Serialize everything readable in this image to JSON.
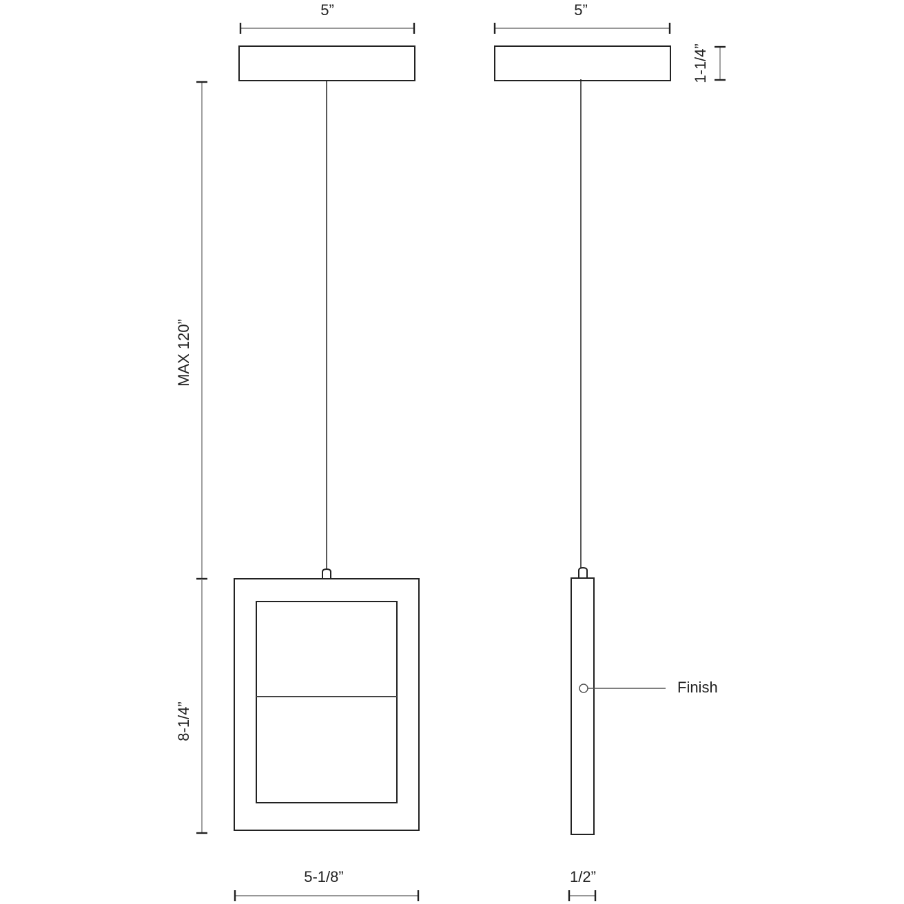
{
  "drawing": {
    "front_view": {
      "canopy_width": "5”",
      "overall_height": "MAX 120”",
      "fixture_height": "8-1/4”",
      "fixture_width": "5-1/8”"
    },
    "side_view": {
      "canopy_width": "5”",
      "canopy_height": "1-1/4”",
      "fixture_depth": "1/2”",
      "callout_finish": "Finish"
    }
  },
  "colors": {
    "line": "#222222",
    "dimension_line": "#777777",
    "background": "#ffffff"
  }
}
